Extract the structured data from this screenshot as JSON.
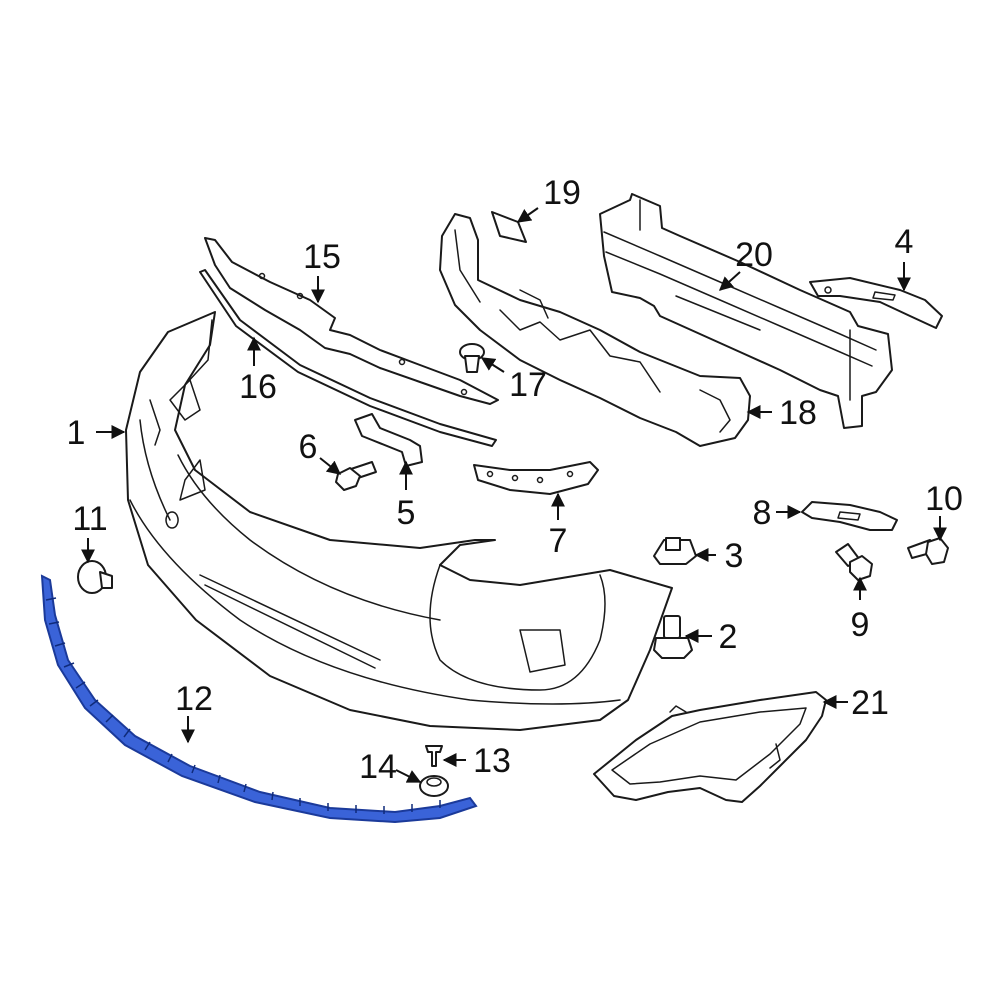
{
  "diagram": {
    "colors": {
      "line": "#1a1a1a",
      "highlight": "#2f5bd6",
      "highlight_fill": "#3a63d8",
      "background": "#ffffff"
    },
    "highlighted_part": "12",
    "callouts": [
      {
        "id": "c1",
        "label": "1"
      },
      {
        "id": "c2",
        "label": "2"
      },
      {
        "id": "c3",
        "label": "3"
      },
      {
        "id": "c4",
        "label": "4"
      },
      {
        "id": "c5",
        "label": "5"
      },
      {
        "id": "c6",
        "label": "6"
      },
      {
        "id": "c7",
        "label": "7"
      },
      {
        "id": "c8",
        "label": "8"
      },
      {
        "id": "c9",
        "label": "9"
      },
      {
        "id": "c10",
        "label": "10"
      },
      {
        "id": "c11",
        "label": "11"
      },
      {
        "id": "c12",
        "label": "12"
      },
      {
        "id": "c13",
        "label": "13"
      },
      {
        "id": "c14",
        "label": "14"
      },
      {
        "id": "c15",
        "label": "15"
      },
      {
        "id": "c16",
        "label": "16"
      },
      {
        "id": "c17",
        "label": "17"
      },
      {
        "id": "c18",
        "label": "18"
      },
      {
        "id": "c19",
        "label": "19"
      },
      {
        "id": "c20",
        "label": "20"
      },
      {
        "id": "c21",
        "label": "21"
      }
    ]
  }
}
